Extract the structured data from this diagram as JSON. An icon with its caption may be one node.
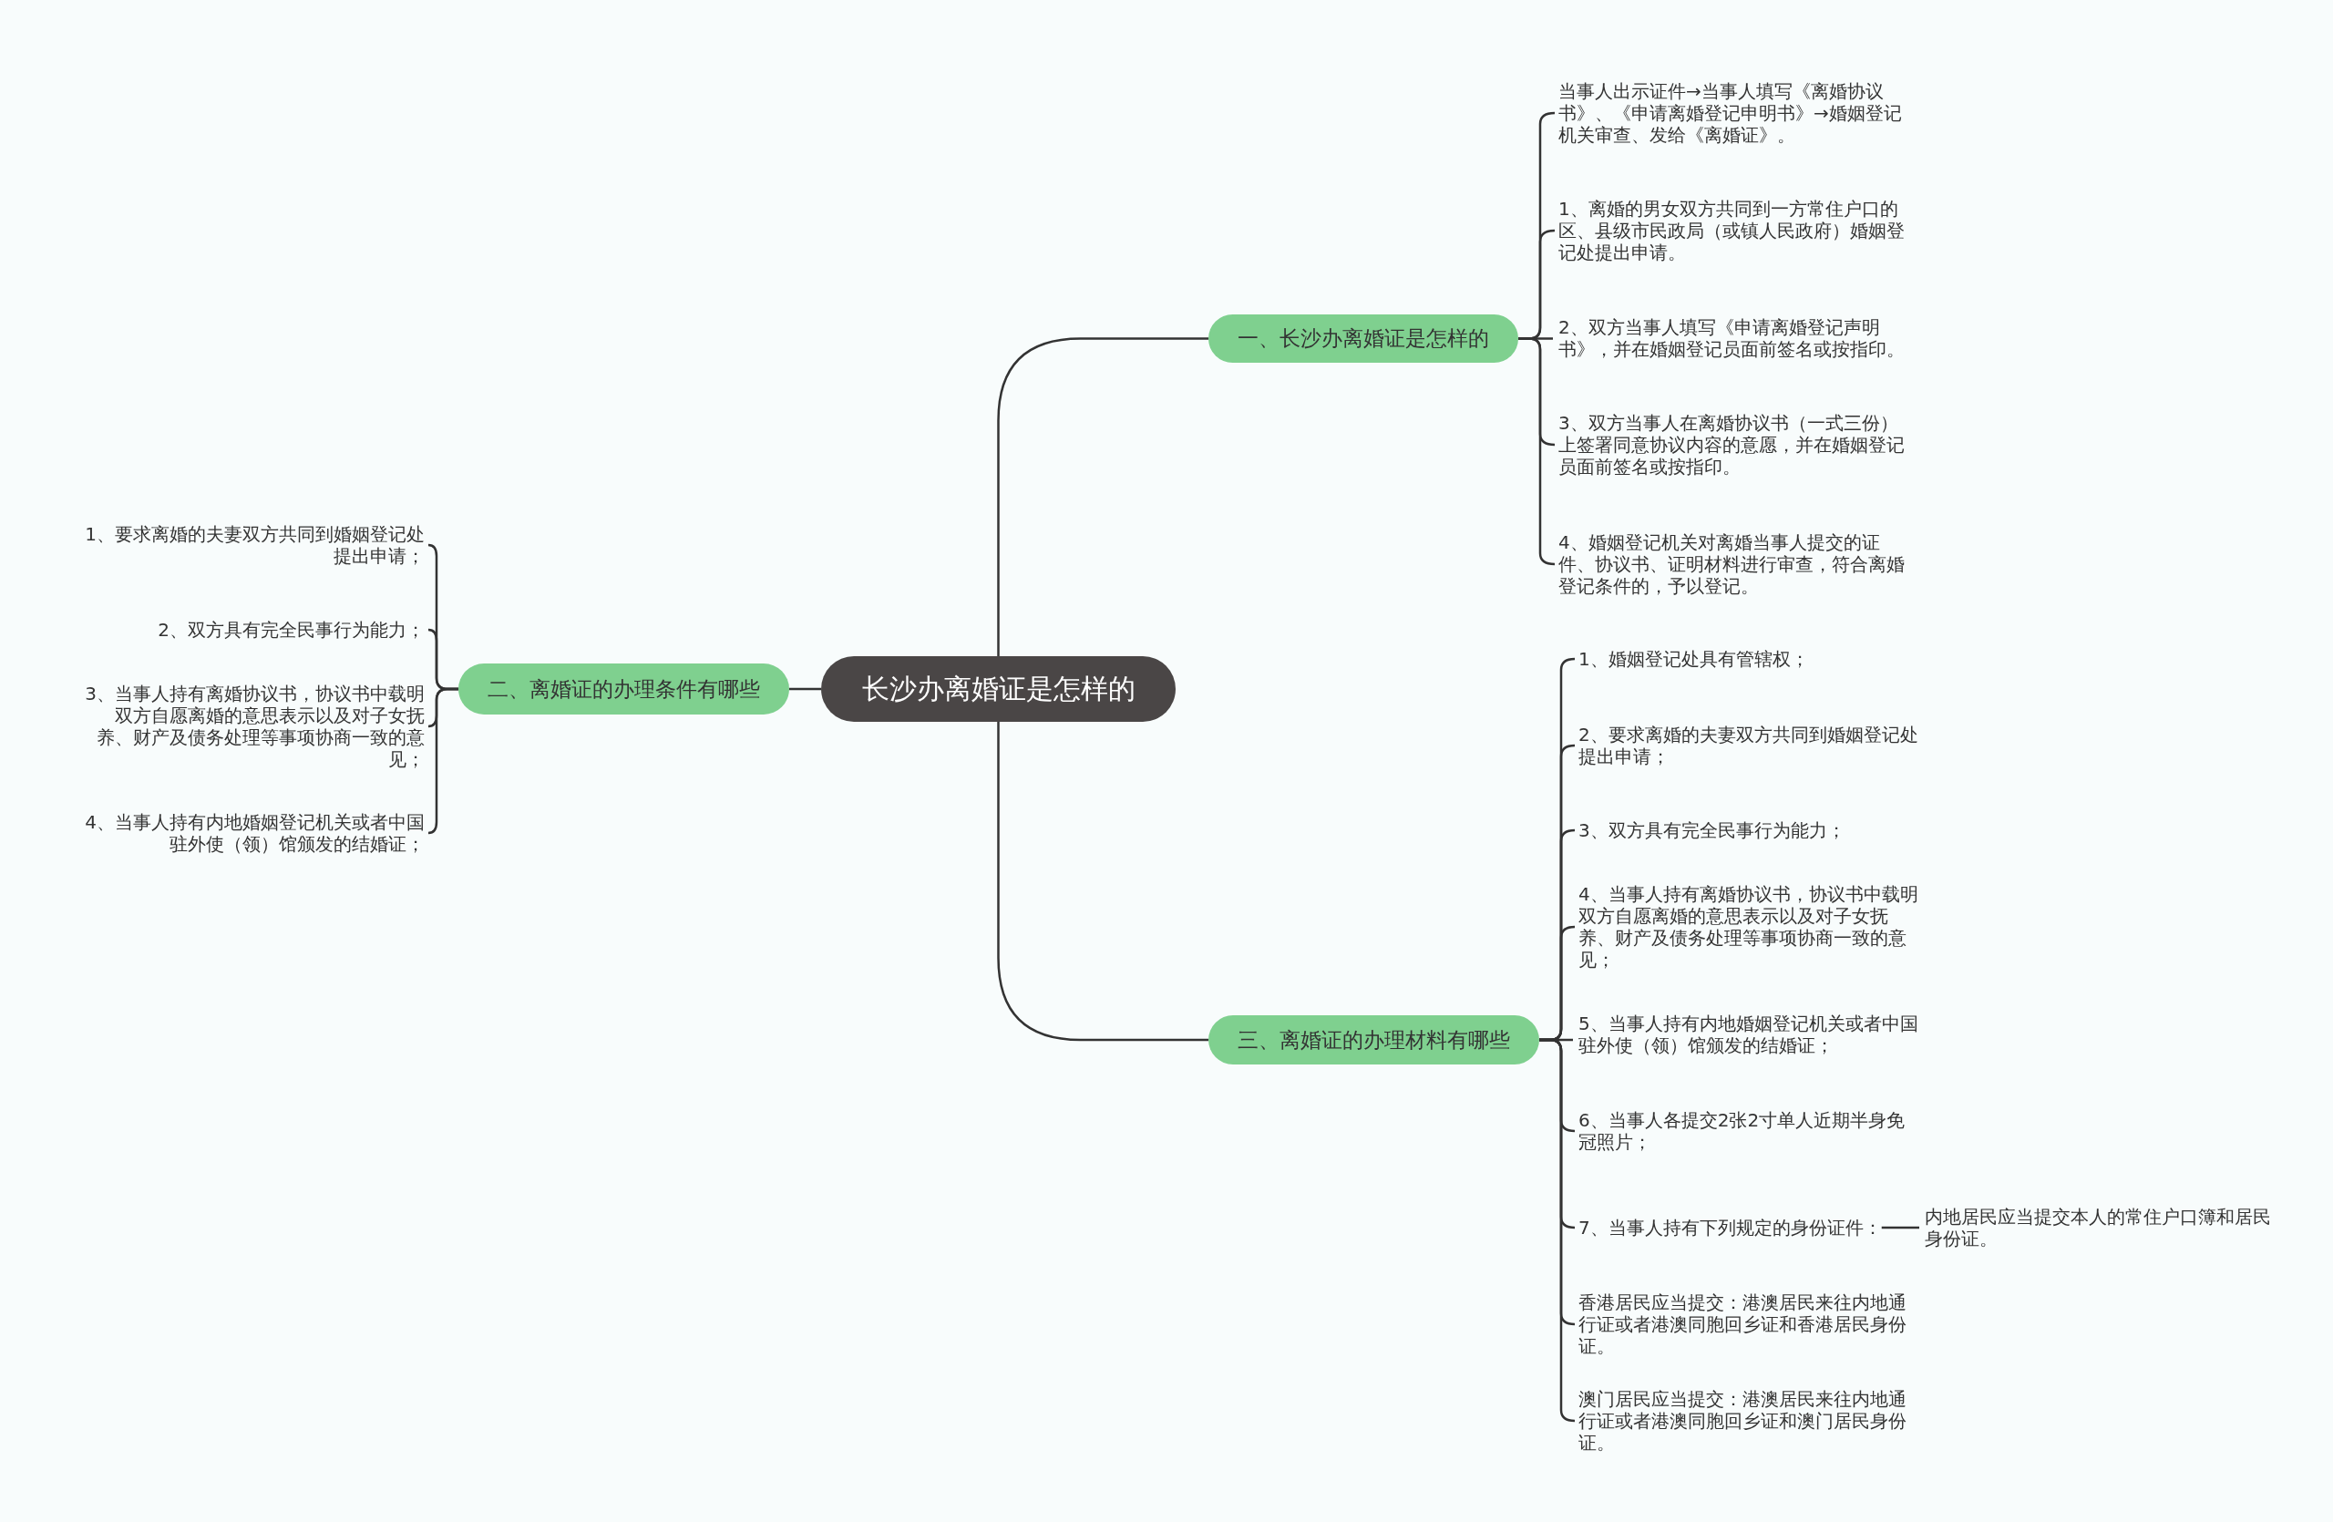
{
  "diagram": {
    "nodes": [
      {
        "text": [
          "长沙办离婚证是怎样的"
        ]
      },
      {
        "text": [
          "一、长沙办离婚证是怎样的"
        ]
      },
      {
        "text": [
          "当事人出示证件→当事人填写《离婚协议书》、《申请离婚登记申明书》→婚姻登记机关审查、发给《离婚证》。"
        ]
      },
      {
        "text": [
          "1、离婚的男女双方共同到一方常住户口的区、县级市民政局（或镇人民政府）婚姻登记处提出申请。"
        ]
      },
      {
        "text": [
          "2、双方当事人填写《申请离婚登记声明书》，并在婚姻登记员面前签名或按指印。"
        ]
      },
      {
        "text": [
          "3、双方当事人在离婚协议书（一式三份）上签署同意协议内容的意愿，并在婚姻登记员面前签名或按指印。"
        ]
      },
      {
        "text": [
          "4、婚姻登记机关对离婚当事人提交的证件、协议书、证明材料进行审查，符合离婚登记条件的，予以登记。"
        ]
      },
      {
        "text": [
          "二、离婚证的办理条件有哪些"
        ]
      },
      {
        "text": [
          "1、要求离婚的夫妻双方共同到婚姻登记处提出申请；"
        ]
      },
      {
        "text": [
          "2、双方具有完全民事行为能力；"
        ]
      },
      {
        "text": [
          "3、当事人持有离婚协议书，协议书中载明双方自愿离婚的意思表示以及对子女抚养、财产及债务处理等事项协商一致的意见；"
        ]
      },
      {
        "text": [
          "4、当事人持有内地婚姻登记机关或者中国驻外使（领）馆颁发的结婚证；"
        ]
      },
      {
        "text": [
          "三、离婚证的办理材料有哪些"
        ]
      },
      {
        "text": [
          "1、婚姻登记处具有管辖权；"
        ]
      },
      {
        "text": [
          "2、要求离婚的夫妻双方共同到婚姻登记处提出申请；"
        ]
      },
      {
        "text": [
          "3、双方具有完全民事行为能力；"
        ]
      },
      {
        "text": [
          "4、当事人持有离婚协议书，协议书中载明双方自愿离婚的意思表示以及对子女抚养、财产及债务处理等事项协商一致的意见；"
        ]
      },
      {
        "text": [
          "5、当事人持有内地婚姻登记机关或者中国驻外使（领）馆颁发的结婚证；"
        ]
      },
      {
        "text": [
          "6、当事人各提交2张2寸单人近期半身免冠照片；"
        ]
      },
      {
        "text": [
          "7、当事人持有下列规定的身份证件："
        ]
      },
      {
        "text": [
          "香港居民应当提交：港澳居民来往内地通行证或者港澳同胞回乡证和香港居民身份证。"
        ]
      },
      {
        "text": [
          "澳门居民应当提交：港澳居民来往内地通行证或者港澳同胞回乡证和澳门居民身份证。"
        ]
      },
      {
        "text": [
          "内地居民应当提交本人的常住户口簿和居民身份证。"
        ]
      }
    ],
    "edges": [
      {
        "from": 0,
        "to": 1,
        "arrow": "none"
      },
      {
        "from": 0,
        "to": 7,
        "arrow": "none"
      },
      {
        "from": 0,
        "to": 12,
        "arrow": "none"
      },
      {
        "from": 1,
        "to": 2,
        "arrow": "none"
      },
      {
        "from": 1,
        "to": 3,
        "arrow": "none"
      },
      {
        "from": 1,
        "to": 4,
        "arrow": "none"
      },
      {
        "from": 1,
        "to": 5,
        "arrow": "none"
      },
      {
        "from": 1,
        "to": 6,
        "arrow": "none"
      },
      {
        "from": 7,
        "to": 8,
        "arrow": "none"
      },
      {
        "from": 7,
        "to": 9,
        "arrow": "none"
      },
      {
        "from": 7,
        "to": 10,
        "arrow": "none"
      },
      {
        "from": 7,
        "to": 11,
        "arrow": "none"
      },
      {
        "from": 12,
        "to": 13,
        "arrow": "none"
      },
      {
        "from": 12,
        "to": 14,
        "arrow": "none"
      },
      {
        "from": 12,
        "to": 15,
        "arrow": "none"
      },
      {
        "from": 12,
        "to": 16,
        "arrow": "none"
      },
      {
        "from": 12,
        "to": 17,
        "arrow": "none"
      },
      {
        "from": 12,
        "to": 18,
        "arrow": "none"
      },
      {
        "from": 12,
        "to": 19,
        "arrow": "none"
      },
      {
        "from": 12,
        "to": 20,
        "arrow": "none"
      },
      {
        "from": 12,
        "to": 21,
        "arrow": "none"
      },
      {
        "from": 19,
        "to": 22,
        "arrow": "none"
      }
    ]
  }
}
